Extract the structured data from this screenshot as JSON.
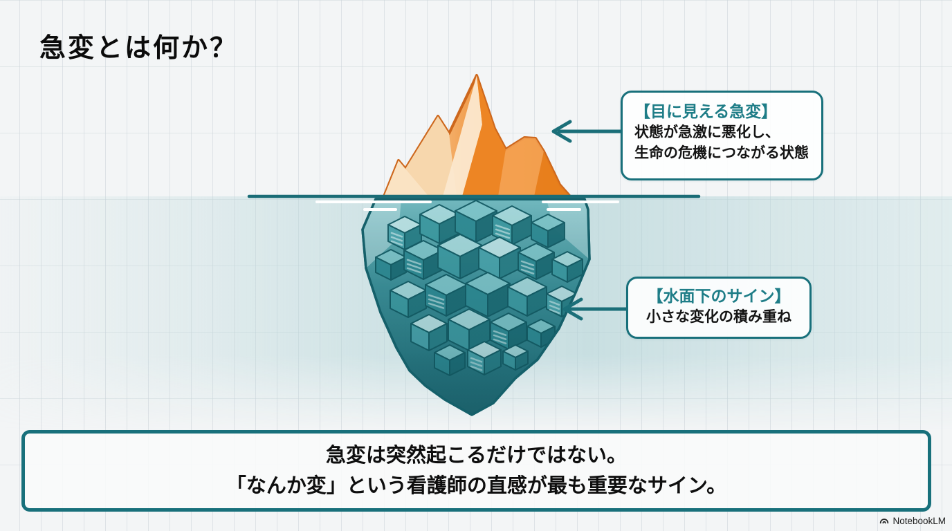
{
  "slide_title": "急変とは何か？",
  "callout_visible": {
    "heading": "【目に見える急変】",
    "body_line1": "状態が急激に悪化し、",
    "body_line2": "生命の危機につながる状態"
  },
  "callout_underwater": {
    "heading": "【水面下のサイン】",
    "body_line1": "小さな変化の積み重ね"
  },
  "key_message": {
    "line1": "急変は突然起こるだけではない。",
    "line2": "「なんか変」という看護師の直感が最も重要なサイン。"
  },
  "footer": {
    "brand_label": "NotebookLM"
  },
  "icons": {
    "brand_logo": "notebooklm-wave-icon",
    "arrow_visible": "arrow-left-icon",
    "arrow_underwater": "arrow-left-icon"
  },
  "colors": {
    "teal": "#18707b",
    "teal_line": "#1a6c76",
    "heading_teal": "#1e7d87",
    "orange": "#f0923a",
    "orange_outline": "#cd671c",
    "cube_teal_dark": "#1d6b74",
    "text_dark": "#0e0e0e"
  }
}
